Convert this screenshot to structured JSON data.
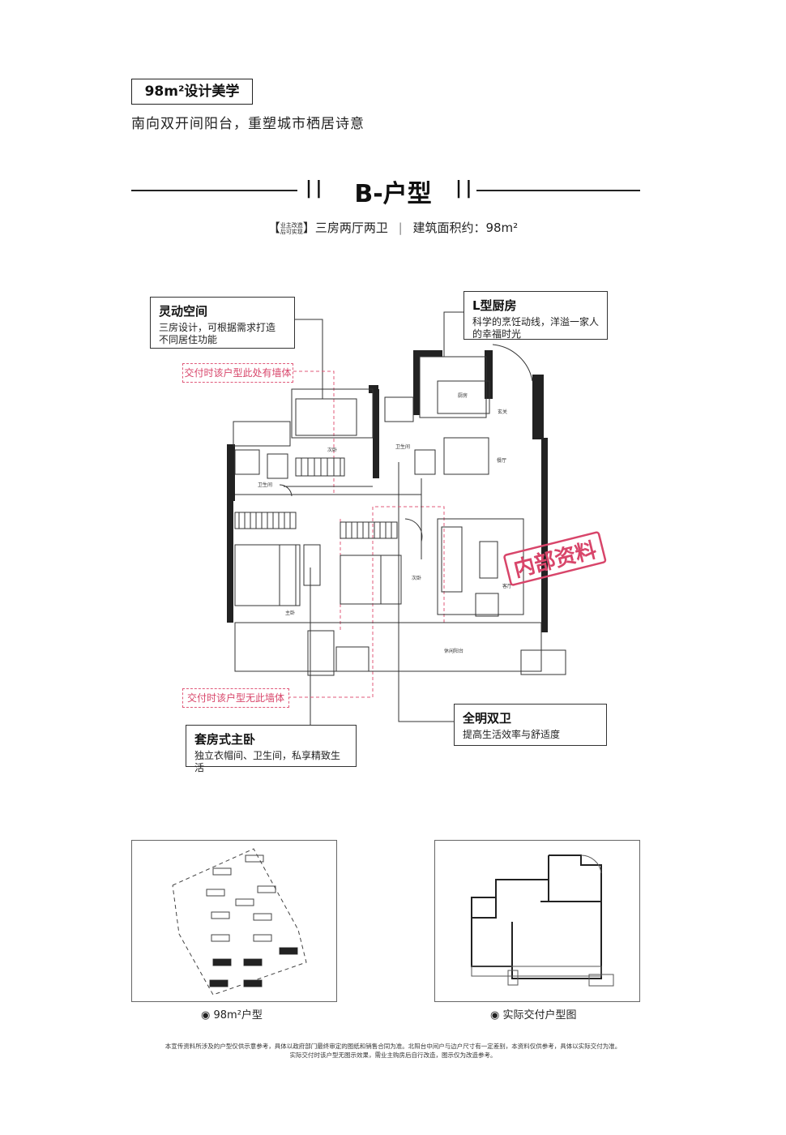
{
  "header": {
    "tag": "98m²设计美学",
    "subtitle": "南向双开间阳台，重塑城市栖居诗意",
    "title": "B-户型",
    "spec_note_line1": "业主改造",
    "spec_note_line2": "后可实现",
    "spec_rooms": "三房两厅两卫",
    "spec_separator": "|",
    "spec_area": "建筑面积约：98m²"
  },
  "callouts": {
    "flex_space": {
      "heading": "灵动空间",
      "text_line1": "三房设计，可根据需求打造",
      "text_line2": "不同居住功能"
    },
    "kitchen": {
      "heading": "L型厨房",
      "text_line1": "科学的烹饪动线，洋溢一家人",
      "text_line2": "的幸福时光"
    },
    "bathrooms": {
      "heading": "全明双卫",
      "text_line1": "提高生活效率与舒适度"
    },
    "master": {
      "heading": "套房式主卧",
      "text_line1": "独立衣帽间、卫生间，私享精致生活"
    }
  },
  "notes": {
    "wall_present": "交付时该户型此处有墙体",
    "wall_absent": "交付时该户型无此墙体"
  },
  "rooms": {
    "kitchen": "厨房",
    "entrance": "玄关",
    "bath1": "卫生间",
    "bath2": "卫生间",
    "bedroom2": "次卧",
    "bedroom3": "次卧",
    "dining": "餐厅",
    "living": "客厅",
    "master": "主卧",
    "balcony": "休闲阳台"
  },
  "stamp": "内部资料",
  "captions": {
    "site": "98m²户型",
    "delivery": "实际交付户型图"
  },
  "disclaimer": {
    "line1": "本宣传资料所涉及的户型仅供示意参考，具体以政府部门最终审定的图纸和销售合同为准。北阳台中间户与边户尺寸有一定差别，本资料仅供参考，具体以实际交付为准。",
    "line2": "实际交付时该户型无图示效果，需业主购房后自行改造，图示仅为改造参考。"
  },
  "colors": {
    "accent_pink": "#e05a7a",
    "text": "#111111",
    "stamp": "#d8456a"
  }
}
